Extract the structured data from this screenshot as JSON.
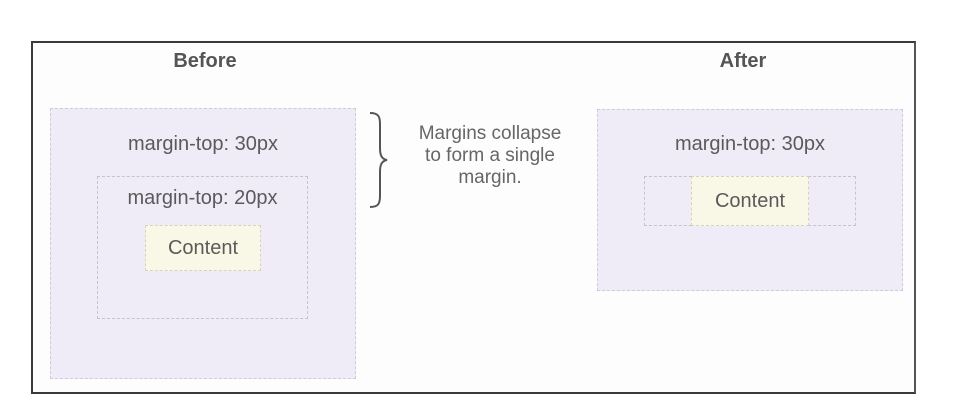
{
  "diagram": {
    "title_before": "Before",
    "title_after": "After",
    "before": {
      "outer_label": "margin-top: 30px",
      "inner_label": "margin-top: 20px",
      "content_label": "Content"
    },
    "annotation": {
      "lines": [
        "Margins collapse",
        "to form a single",
        "margin."
      ]
    },
    "after": {
      "outer_label": "margin-top: 30px",
      "content_label": "Content"
    },
    "colors": {
      "outer_fill": "#efecf7",
      "content_fill": "#f9f8e6",
      "frame_border": "#3a3a3a",
      "text": "#555555"
    }
  }
}
